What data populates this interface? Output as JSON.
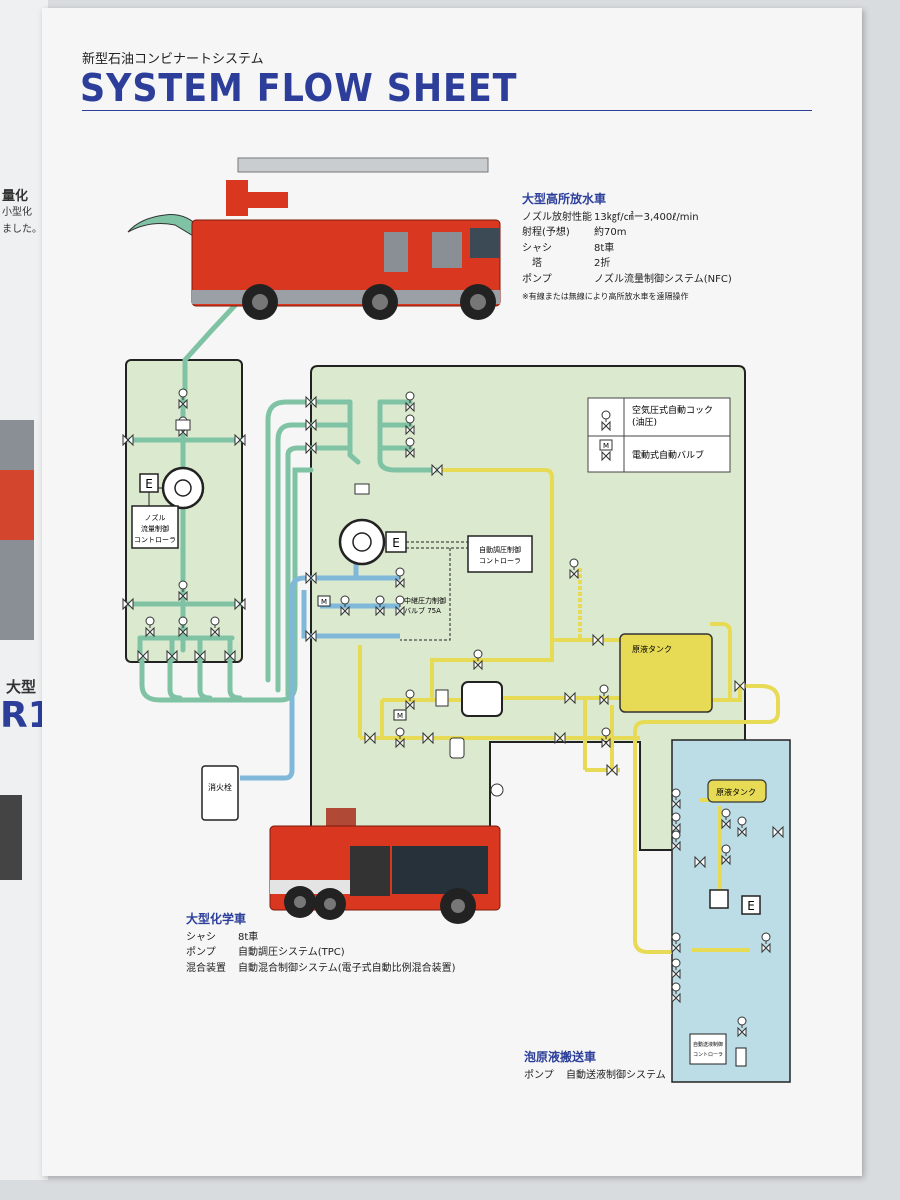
{
  "header": {
    "subtitle": "新型石油コンビナートシステム",
    "title": "SYSTEM FLOW SHEET"
  },
  "left_page": {
    "fragments": [
      "量化",
      "小型化",
      "ました。",
      "大型",
      "R1"
    ]
  },
  "aerial_truck": {
    "name": "大型高所放水車",
    "specs": [
      {
        "label": "ノズル放射性能",
        "value": "13㎏f/㎠ー3,400ℓ/min"
      },
      {
        "label": "射程(予想)",
        "value": "約70m"
      },
      {
        "label": "シャシ",
        "value": "8t車"
      },
      {
        "label": "　塔",
        "value": "2折"
      },
      {
        "label": "ポンプ",
        "value": "ノズル流量制御システム(NFC)"
      }
    ],
    "note": "※有線または無線により高所放水車を遠隔操作"
  },
  "chemical_truck": {
    "name": "大型化学車",
    "specs": [
      {
        "label": "シャシ",
        "value": "8t車"
      },
      {
        "label": "ポンプ",
        "value": "自動調圧システム(TPC)"
      },
      {
        "label": "混合装置",
        "value": "自動混合制御システム(電子式自動比例混合装置)"
      }
    ]
  },
  "foam_transfer_truck": {
    "name": "泡原液搬送車",
    "specs": [
      {
        "label": "ポンプ",
        "value": "自動送液制御システム"
      }
    ]
  },
  "legend": {
    "items": [
      {
        "label_line1": "空気圧式自動コック",
        "label_line2": "(油圧)"
      },
      {
        "label_line1": "電動式自動バルブ",
        "label_line2": ""
      }
    ]
  },
  "diagram_labels": {
    "nozzle_controller": [
      "ノズル",
      "流量制御",
      "コントローラ"
    ],
    "auto_pressure_controller": [
      "自動調圧制御",
      "コントローラ"
    ],
    "relief_valve": [
      "中継圧力制御",
      "バルブ 75A"
    ],
    "foam_tank": "原液タンク",
    "foam_tank_2": "原液タンク",
    "hydrant": "消火栓",
    "transfer_controller": [
      "自動送液制御",
      "コントローラ"
    ],
    "e_box": "E",
    "m_box": "M"
  },
  "colors": {
    "title_blue": "#2c3e9a",
    "panel_green": "#dbe9cf",
    "panel_blue": "#bcdde6",
    "pipe_green": "#7fc3a4",
    "pipe_yellow": "#e7da55",
    "pipe_blue": "#7fb8d9",
    "truck_red": "#d9371f"
  }
}
